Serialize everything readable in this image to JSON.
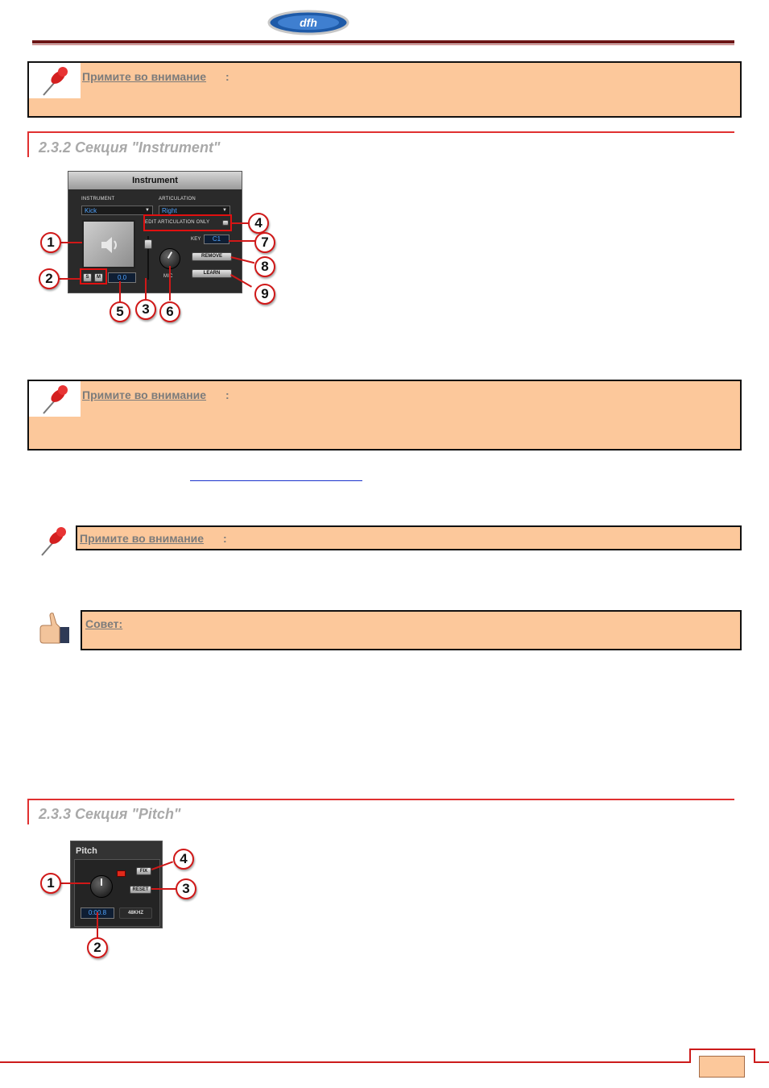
{
  "header": {
    "logo_text": "dfh"
  },
  "notes": [
    {
      "title": "Примите во внимание"
    },
    {
      "title": "Примите во внимание"
    },
    {
      "title": "Примите во внимание"
    }
  ],
  "tip": {
    "title": "Совет:"
  },
  "sections": {
    "instrument": {
      "heading": "2.3.2 Секция \"Instrument\""
    },
    "pitch": {
      "heading": "2.3.3 Секция \"Pitch\""
    }
  },
  "instrument_panel": {
    "title": "Instrument",
    "instrument_label": "INSTRUMENT",
    "instrument_value": "Kick",
    "articulation_label": "ARTICULATION",
    "articulation_value": "Right",
    "edit_articulation_only": "EDIT ARTICULATION ONLY",
    "key_label": "KEY",
    "key_value": "C1",
    "remove_label": "REMOVE",
    "learn_label": "LEARN",
    "mic_label": "MIC",
    "solo_label": "S",
    "mute_label": "M",
    "volume_value": "0.0",
    "callouts": [
      "1",
      "2",
      "3",
      "4",
      "5",
      "6",
      "7",
      "8",
      "9"
    ]
  },
  "pitch_panel": {
    "title": "Pitch",
    "fix_label": "FIX",
    "reset_label": "RESET",
    "time_value": "0:00.8",
    "rate_value": "48KHZ",
    "callouts": [
      "1",
      "2",
      "3",
      "4"
    ]
  },
  "colors": {
    "note_bg": "#fcc89b",
    "accent_red": "#e03030",
    "header_dark": "#6d1616"
  }
}
